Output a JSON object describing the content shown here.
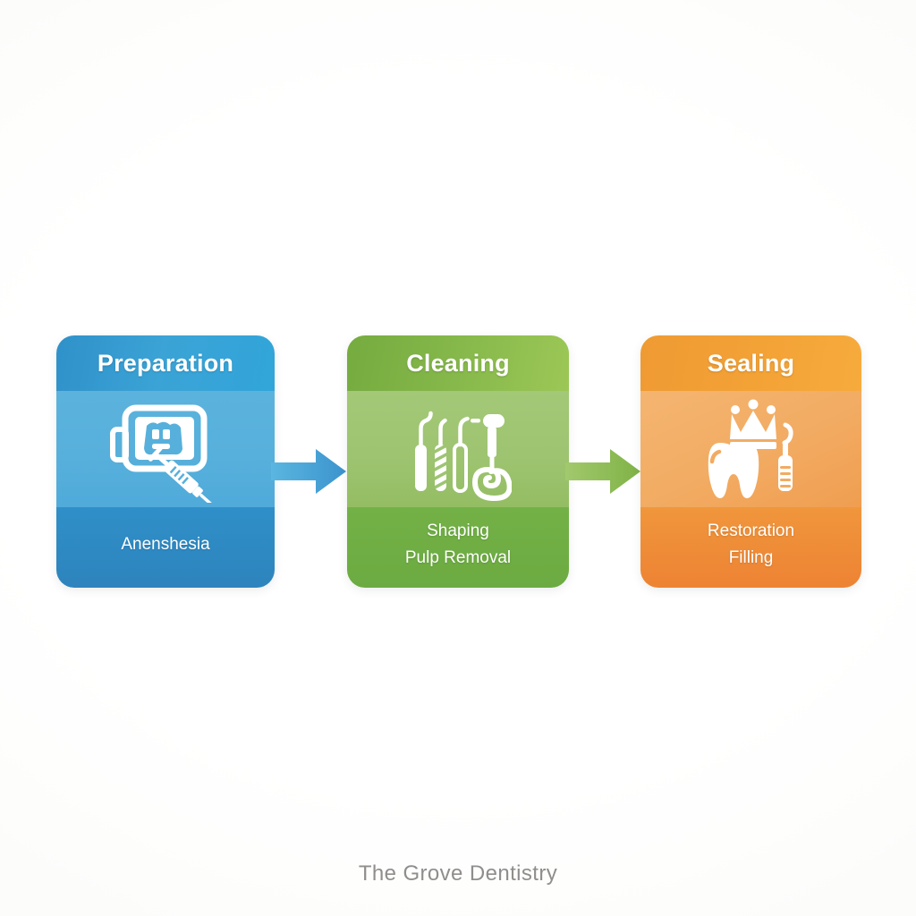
{
  "page": {
    "background_color": "#ffffff",
    "kind": "process-flow-infographic"
  },
  "flow": {
    "steps": [
      {
        "id": "preparation",
        "title": "Preparation",
        "subtitle_lines": [
          "Anenshesia"
        ],
        "icon_name": "dental-xray-and-syringe-icon",
        "colors": {
          "title_band": "#3ba3d6",
          "icon_band": "#57b0db",
          "subtitle_band": "#2f8fc8",
          "text": "#ffffff"
        }
      },
      {
        "id": "cleaning",
        "title": "Cleaning",
        "subtitle_lines": [
          "Shaping",
          "Pulp Removal"
        ],
        "icon_name": "dental-files-and-handpiece-icon",
        "colors": {
          "title_band": "#86b84b",
          "icon_band": "#9ec471",
          "subtitle_band": "#6fae44",
          "text": "#ffffff"
        }
      },
      {
        "id": "sealing",
        "title": "Sealing",
        "subtitle_lines": [
          "Restoration",
          "Filling"
        ],
        "icon_name": "crowned-tooth-and-instrument-icon",
        "colors": {
          "title_band": "#f3a236",
          "icon_band": "#f2ab62",
          "subtitle_band": "#ee8c38",
          "text": "#ffffff"
        }
      }
    ],
    "connectors": [
      {
        "id": "preparation-to-cleaning",
        "icon_name": "arrow-right-icon",
        "color": "#4ba7d8"
      },
      {
        "id": "cleaning-to-sealing",
        "icon_name": "arrow-right-icon",
        "color": "#8cbd55"
      }
    ]
  },
  "footer": {
    "brand": "The Grove Dentistry",
    "color": "#908e8c"
  }
}
